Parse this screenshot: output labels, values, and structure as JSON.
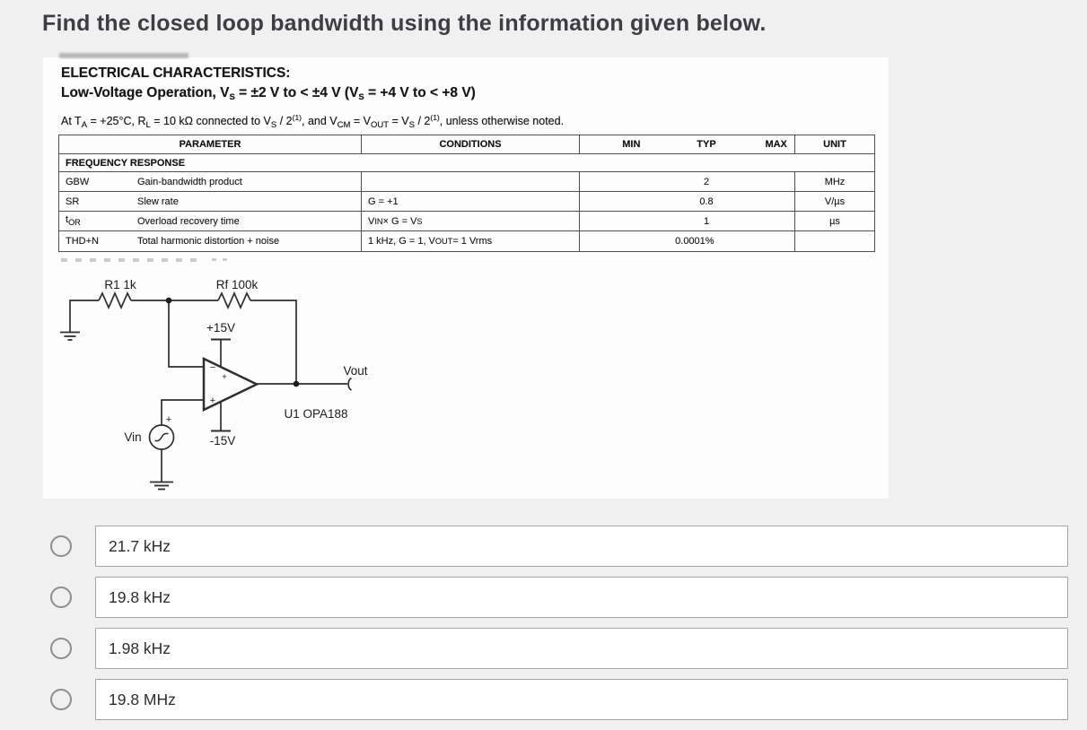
{
  "title": "Find the closed loop bandwidth using the information given below.",
  "colors": {
    "page_bg": "#f0f0f0",
    "panel_bg": "#fdfdfd",
    "title_text": "#3d3d43",
    "table_line": "#4f4f4f",
    "option_border": "#a5a5a5"
  },
  "datasheet": {
    "heading1": "ELECTRICAL CHARACTERISTICS:",
    "heading2": [
      {
        "t": "Low-Voltage Operation, V"
      },
      {
        "t": "S"
      },
      {
        "t": " = ±2 V to < ±4 V (V"
      },
      {
        "t": "S"
      },
      {
        "t": " = +4 V to < +8 V)"
      }
    ],
    "heading3": [
      {
        "t": "At T"
      },
      {
        "t": "A"
      },
      {
        "t": " = +25°C, R"
      },
      {
        "t": "L"
      },
      {
        "t": " = 10 kΩ connected to V"
      },
      {
        "t": "S"
      },
      {
        "t": " / 2"
      },
      {
        "t": "(1)"
      },
      {
        "t": ", and V"
      },
      {
        "t": "CM"
      },
      {
        "t": " = V"
      },
      {
        "t": "OUT"
      },
      {
        "t": " = V"
      },
      {
        "t": "S"
      },
      {
        "t": " / 2"
      },
      {
        "t": "(1)"
      },
      {
        "t": ", unless otherwise noted."
      }
    ],
    "table": {
      "col_parameter": "PARAMETER",
      "col_conditions": "CONDITIONS",
      "col_min": "MIN",
      "col_typ": "TYP",
      "col_max": "MAX",
      "col_unit": "UNIT",
      "section": "FREQUENCY RESPONSE",
      "rows": [
        {
          "sym": [
            {
              "t": "GBW"
            }
          ],
          "name": "Gain-bandwidth product",
          "cond": [],
          "typ": "2",
          "unit": "MHz"
        },
        {
          "sym": [
            {
              "t": "SR"
            }
          ],
          "name": "Slew rate",
          "cond": [
            {
              "t": "G = +1"
            }
          ],
          "typ": "0.8",
          "unit": "V/µs"
        },
        {
          "sym": [
            {
              "t": "t"
            },
            {
              "t": "OR"
            }
          ],
          "name": "Overload recovery time",
          "cond": [
            {
              "t": "V"
            },
            {
              "t": "IN"
            },
            {
              "t": " × G = V"
            },
            {
              "t": "S"
            }
          ],
          "typ": "1",
          "unit": "µs"
        },
        {
          "sym": [
            {
              "t": "THD+N"
            }
          ],
          "name": "Total harmonic distortion + noise",
          "cond": [
            {
              "t": "1 kHz, G = 1, V"
            },
            {
              "t": "OUT"
            },
            {
              "t": " = 1 Vrms"
            }
          ],
          "typ": "0.0001%",
          "unit": ""
        }
      ]
    }
  },
  "circuit": {
    "r1_label": "R1 1k",
    "rf_label": "Rf 100k",
    "vpos_label": "+15V",
    "vneg_label": "-15V",
    "vin_label": "Vin",
    "vout_label": "Vout",
    "part_label": "U1 OPA188",
    "inv_sign": "−",
    "noninv_sign": "+",
    "src_plus": "+"
  },
  "options": [
    {
      "label": "21.7 kHz"
    },
    {
      "label": "19.8 kHz"
    },
    {
      "label": "1.98 kHz"
    },
    {
      "label": "19.8 MHz"
    }
  ]
}
